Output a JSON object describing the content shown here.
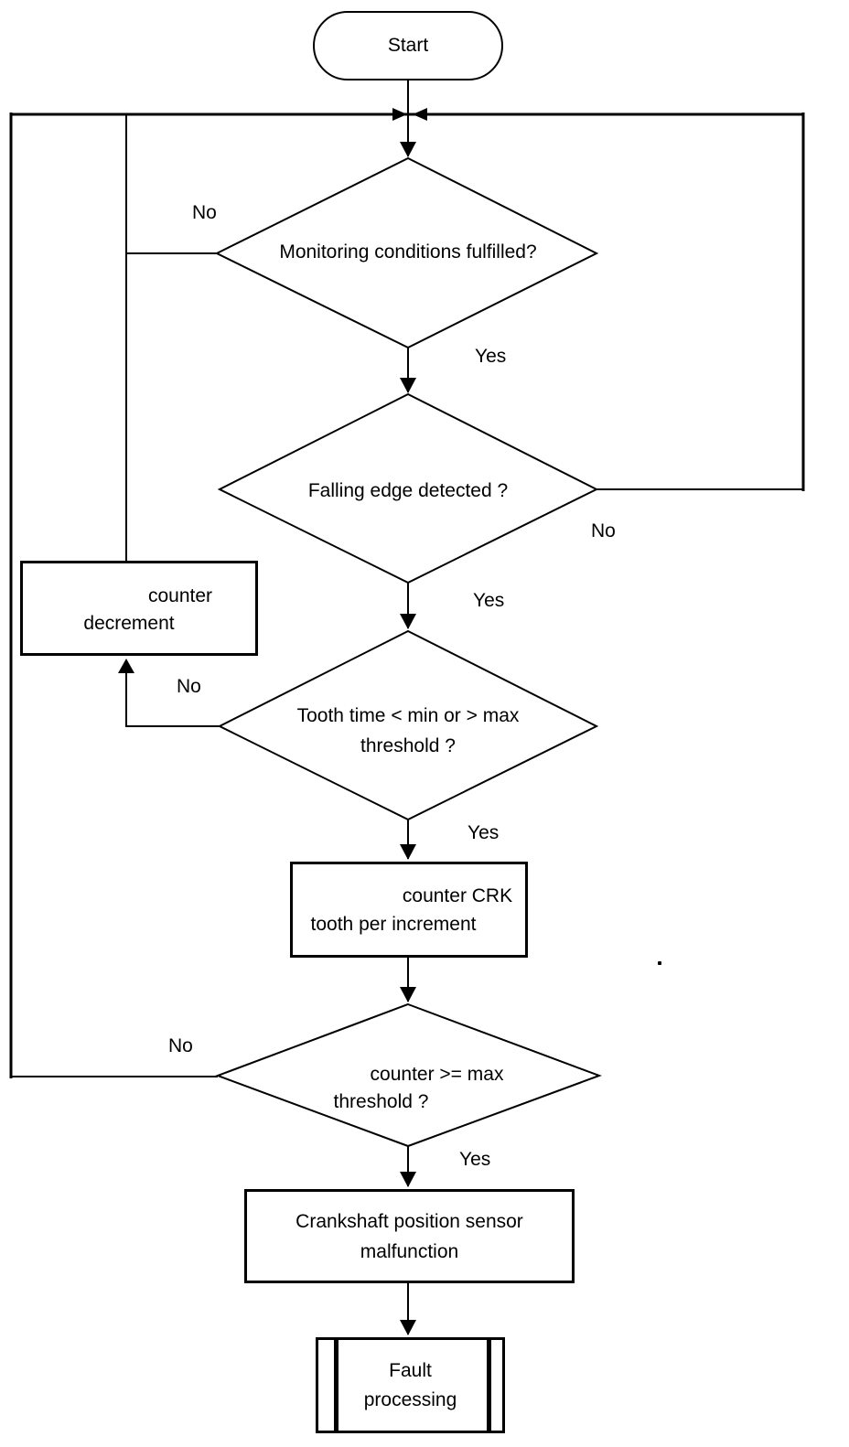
{
  "colors": {
    "ink": "#000000",
    "paper": "#ffffff"
  },
  "nodes": {
    "start": {
      "label": "Start"
    },
    "monitoring": {
      "label": "Monitoring conditions fulfilled?"
    },
    "falling": {
      "label": "Falling edge detected ?"
    },
    "tooth": {
      "line1": "Tooth time < min or > max",
      "line2": "threshold ?"
    },
    "counter_decrement": {
      "line1": "counter",
      "line2": "decrement"
    },
    "counter_crk": {
      "line1": "counter CRK",
      "line2": "tooth per increment"
    },
    "counter_max": {
      "line1": "counter >= max",
      "line2": "threshold ?"
    },
    "malfunction": {
      "line1": "Crankshaft position sensor",
      "line2": "malfunction"
    },
    "fault": {
      "line1": "Fault",
      "line2": "processing"
    }
  },
  "edges": {
    "monitoring_no": "No",
    "monitoring_yes": "Yes",
    "falling_no": "No",
    "falling_yes": "Yes",
    "tooth_no": "No",
    "tooth_yes": "Yes",
    "counter_no": "No",
    "counter_yes": "Yes"
  }
}
